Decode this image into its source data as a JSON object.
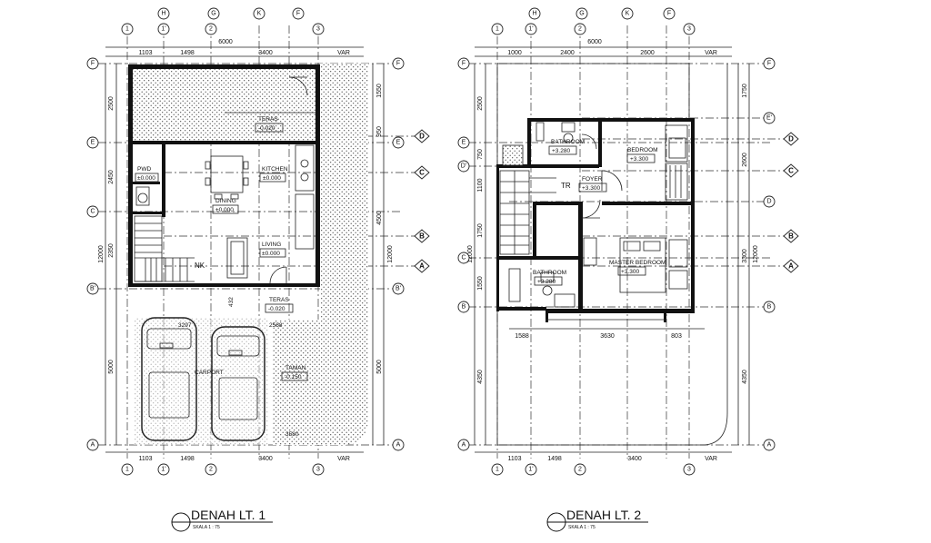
{
  "plan1": {
    "title": "DENAH LT. 1",
    "scale": "SKALA 1 : 75",
    "top_total": "6000",
    "top_dims": [
      "1103",
      "1498",
      "3400",
      "VAR"
    ],
    "bottom_dims": [
      "1103",
      "1498",
      "3400",
      "VAR"
    ],
    "left_dims": [
      "2500",
      "2450",
      "2350",
      "5000"
    ],
    "left_total": "12000",
    "right_dims": [
      "1550",
      "950",
      "4500",
      "5000"
    ],
    "right_total": "12000",
    "rooms": [
      {
        "name": "TERAS",
        "level": "-0.020"
      },
      {
        "name": "PWD",
        "level": "±0.000"
      },
      {
        "name": "KITCHEN",
        "level": "±0.000"
      },
      {
        "name": "DINING",
        "level": "±0.000"
      },
      {
        "name": "LIVING",
        "level": "±0.000"
      },
      {
        "name": "TERAS",
        "level": "-0.020"
      },
      {
        "name": "CARPORT",
        "level": ""
      },
      {
        "name": "TAMAN",
        "level": "-0.150"
      }
    ],
    "stair_label": "NK",
    "misc_dims": [
      "432",
      "3297",
      "2568",
      "3580"
    ]
  },
  "plan2": {
    "title": "DENAH LT. 2",
    "scale": "SKALA 1 : 75",
    "top_total": "6000",
    "top_dims": [
      "1000",
      "2400",
      "2600",
      "VAR"
    ],
    "bottom_dims": [
      "1103",
      "1498",
      "3400",
      "VAR"
    ],
    "left_dims": [
      "2500",
      "750",
      "1100",
      "1750",
      "1550",
      "4350"
    ],
    "left_total": "12000",
    "right_dims": [
      "1750",
      "2600",
      "3300",
      "4350"
    ],
    "right_total": "12000",
    "rooms": [
      {
        "name": "BATHROOM",
        "level": "+3.280"
      },
      {
        "name": "BEDROOM",
        "level": "+3.300"
      },
      {
        "name": "FOYER",
        "level": "+3.300"
      },
      {
        "name": "MASTER BEDROOM",
        "level": "+3.300"
      },
      {
        "name": "BATHROOM",
        "level": "+3.280"
      }
    ],
    "stair_label": "TR",
    "mid_dims": [
      "1588",
      "3630",
      "803"
    ]
  },
  "axes_top": [
    "1",
    "H",
    "1'",
    "G",
    "2",
    "K",
    "F",
    "3"
  ],
  "axes_side": [
    "F",
    "E",
    "C",
    "B'",
    "A"
  ],
  "axes_side2": [
    "F",
    "E'",
    "E",
    "D'",
    "D",
    "C",
    "B",
    "A"
  ],
  "section_tags": [
    "D",
    "C",
    "B",
    "A"
  ]
}
